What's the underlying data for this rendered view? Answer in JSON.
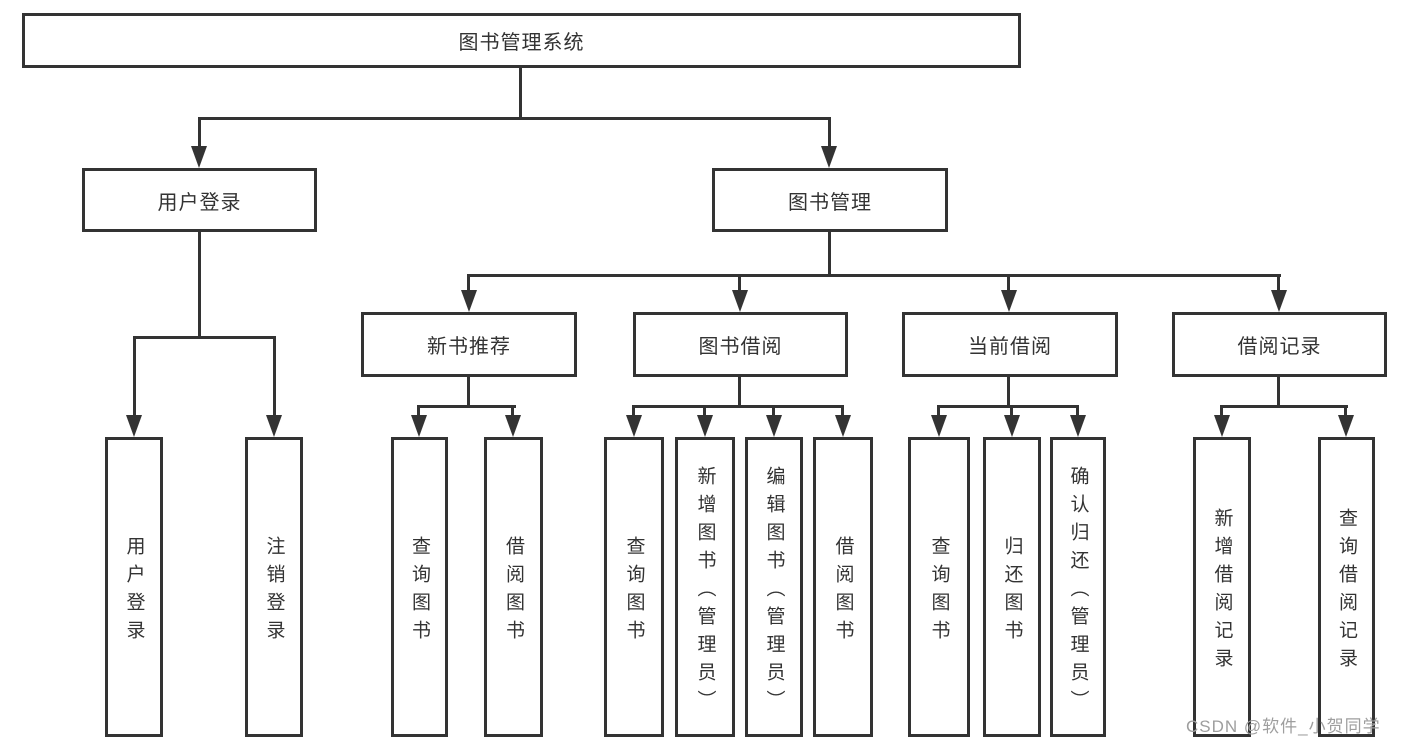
{
  "diagram": {
    "root": {
      "label": "图书管理系统"
    },
    "branches": [
      {
        "label": "用户登录",
        "leaves": [
          "用户登录",
          "注销登录"
        ]
      },
      {
        "label": "图书管理",
        "groups": [
          {
            "label": "新书推荐",
            "leaves": [
              "查询图书",
              "借阅图书"
            ]
          },
          {
            "label": "图书借阅",
            "leaves": [
              "查询图书",
              "新增图书（管理员）",
              "编辑图书（管理员）",
              "借阅图书"
            ]
          },
          {
            "label": "当前借阅",
            "leaves": [
              "查询图书",
              "归还图书",
              "确认归还（管理员）"
            ]
          },
          {
            "label": "借阅记录",
            "leaves": [
              "新增借阅记录",
              "查询借阅记录"
            ]
          }
        ]
      }
    ]
  },
  "watermark": {
    "text": "CSDN @软件_小贺同学"
  },
  "colors": {
    "line": "#333333",
    "text": "#333333",
    "watermark": "#9e9e9e",
    "background": "#ffffff"
  }
}
